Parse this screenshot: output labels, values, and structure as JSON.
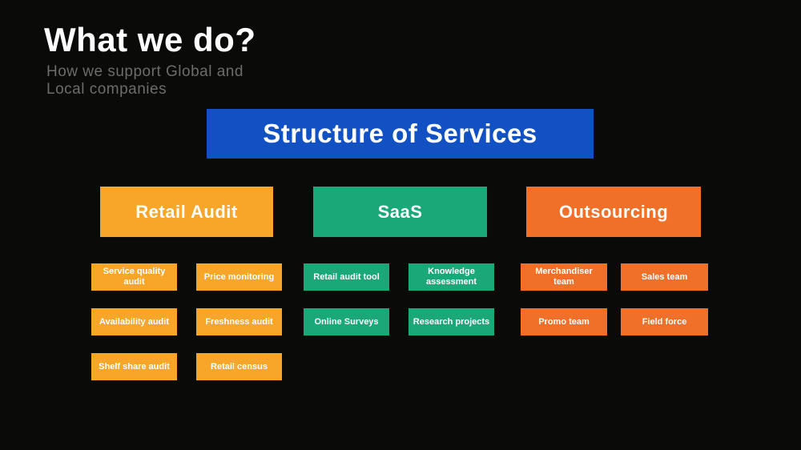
{
  "header": {
    "title": "What we do?",
    "subtitle_line1": "How we support Global and",
    "subtitle_line2": "Local companies"
  },
  "banner": {
    "label": "Structure of Services"
  },
  "colors": {
    "background": "#0a0a08",
    "blue": "#1151c4",
    "yellow": "#f7a62a",
    "green": "#1ba878",
    "orange": "#f0702a",
    "title_text": "#ffffff",
    "subtitle_text": "#6c6c6a"
  },
  "columns": [
    {
      "id": "retail-audit",
      "header": "Retail Audit",
      "color": "#f7a62a",
      "items": [
        "Service quality audit",
        "Price monitoring",
        "Availability audit",
        "Freshness audit",
        "Shelf share audit",
        "Retail census"
      ]
    },
    {
      "id": "saas",
      "header": "SaaS",
      "color": "#1ba878",
      "items": [
        "Retail audit tool",
        "Knowledge assessment",
        "Online Surveys",
        "Research projects"
      ]
    },
    {
      "id": "outsourcing",
      "header": "Outsourcing",
      "color": "#f0702a",
      "items": [
        "Merchandiser team",
        "Sales team",
        "Promo team",
        "Field force"
      ]
    }
  ]
}
